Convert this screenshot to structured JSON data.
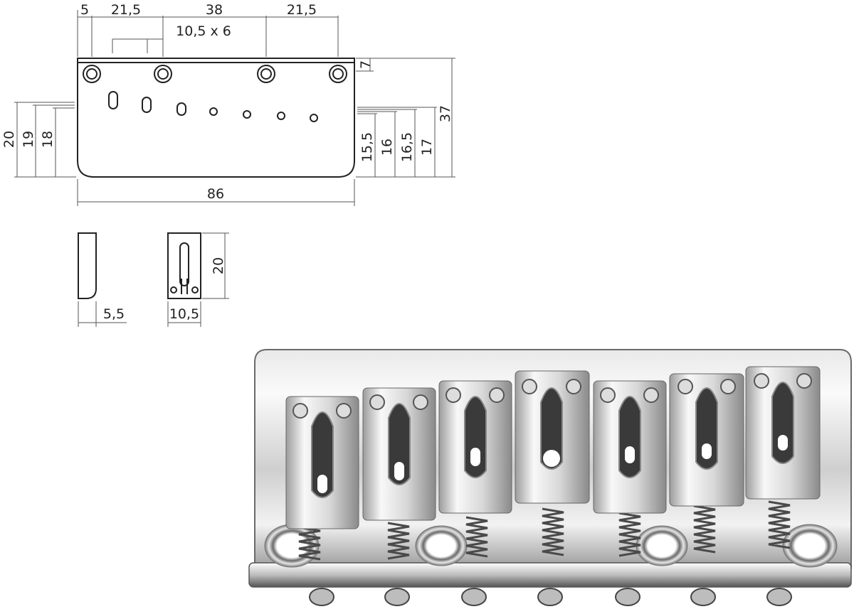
{
  "top_view": {
    "dims_top": [
      "5",
      "21,5",
      "38",
      "21,5"
    ],
    "dim_slot": "10,5 x 6",
    "dim_width": "86",
    "dims_left": [
      "20",
      "19",
      "18"
    ],
    "dims_right": [
      "15,5",
      "16",
      "16,5",
      "17"
    ],
    "dim_edge": "7",
    "dim_height": "37"
  },
  "saddle_side": {
    "dim_thickness": "5,5"
  },
  "saddle_front": {
    "dim_width": "10,5",
    "dim_height": "20"
  },
  "photo": {
    "saddle_count": 7
  },
  "colors": {
    "line": "#222222",
    "chrome_light": "#f4f4f4",
    "chrome_dark": "#6a6a6a"
  }
}
